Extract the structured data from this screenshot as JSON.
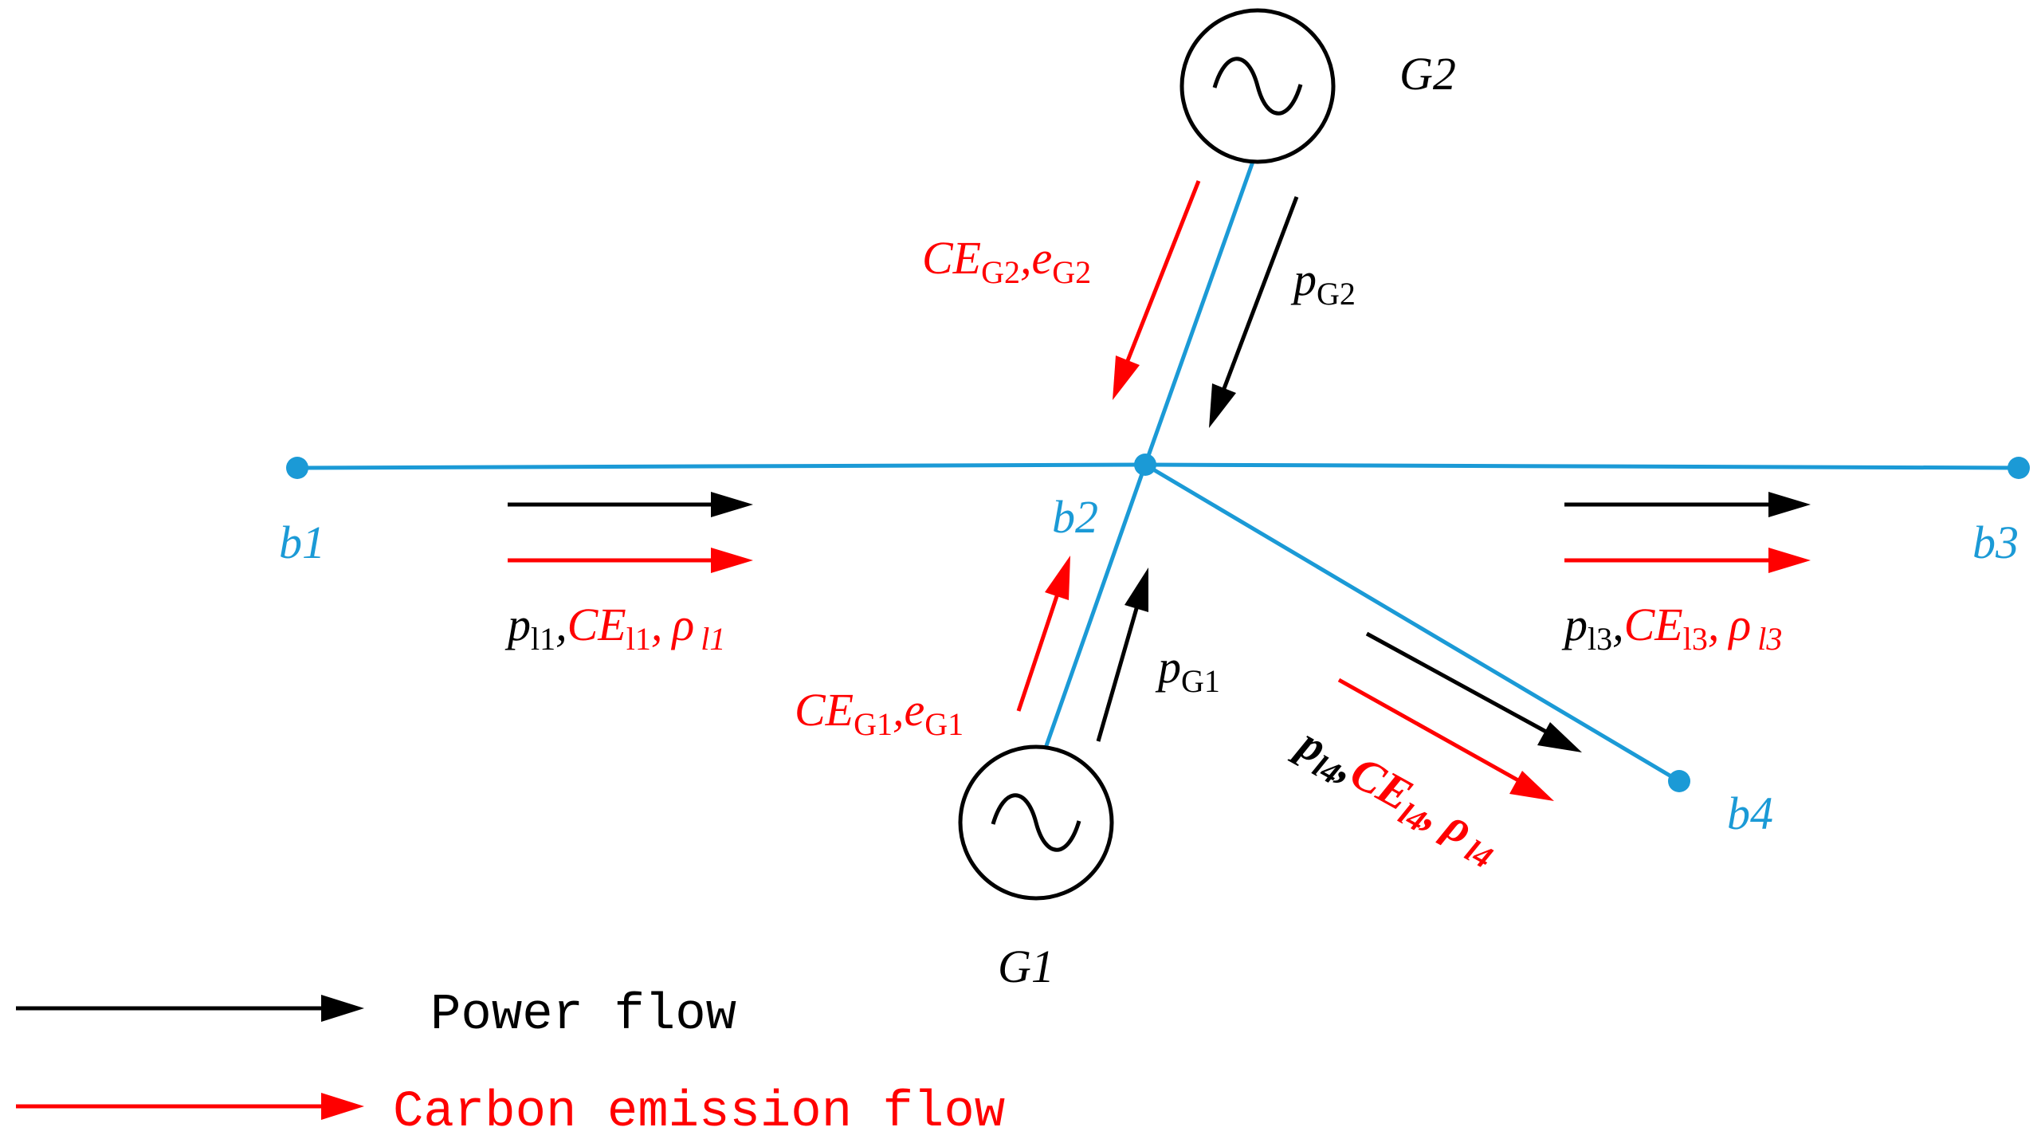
{
  "colors": {
    "line": "#1b9ad6",
    "power": "#000000",
    "carbon": "#ff0000",
    "generator": "#000000"
  },
  "buses": {
    "b1": "b1",
    "b2": "b2",
    "b3": "b3",
    "b4": "b4"
  },
  "generators": {
    "g1": "G1",
    "g2": "G2",
    "icon": "ac-source-icon"
  },
  "flows": {
    "line1": {
      "p": "p",
      "p_sub": "l1",
      "sep1": ",",
      "ce": "CE",
      "ce_sub": "l1",
      "sep2": ",",
      "rho": "ρ",
      "rho_sub": "l1"
    },
    "line3": {
      "p": "p",
      "p_sub": "l3",
      "sep1": ",",
      "ce": "CE",
      "ce_sub": "l3",
      "sep2": ",",
      "rho": "ρ",
      "rho_sub": "l3"
    },
    "line4": {
      "p": "p",
      "p_sub": "l4",
      "sep1": ",",
      "ce": "CE",
      "ce_sub": "l4",
      "sep2": ",",
      "rho": "ρ",
      "rho_sub": "l4"
    },
    "gen2": {
      "p": "p",
      "p_sub": "G2",
      "ce": "CE",
      "ce_sub": "G2",
      "sep": ",",
      "e": "e",
      "e_sub": "G2"
    },
    "gen1": {
      "p": "p",
      "p_sub": "G1",
      "ce": "CE",
      "ce_sub": "G1",
      "sep": ",",
      "e": "e",
      "e_sub": "G1"
    }
  },
  "legend": {
    "power": "Power flow",
    "carbon": "Carbon emission flow"
  }
}
